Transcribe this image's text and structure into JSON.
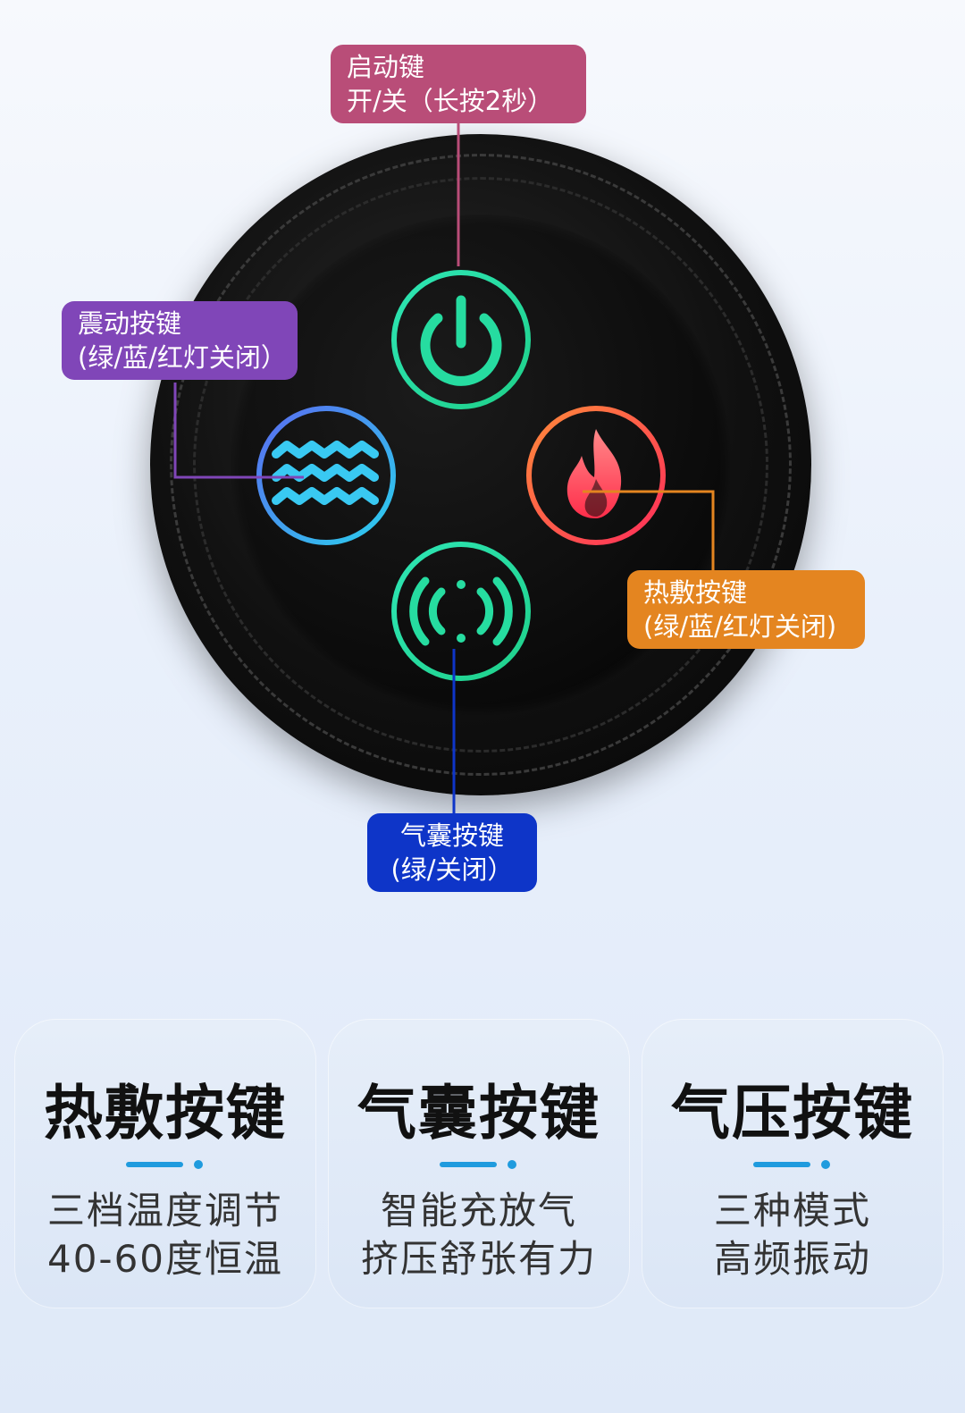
{
  "callouts": {
    "power": {
      "line1": "启动键",
      "line2": "开/关（长按2秒）"
    },
    "vibration": {
      "line1": "震动按键",
      "line2": "(绿/蓝/红灯关闭）"
    },
    "heat": {
      "line1": "热敷按键",
      "line2": "(绿/蓝/红灯关闭)"
    },
    "airbag": {
      "line1": "气囊按键",
      "line2": "(绿/关闭）"
    }
  },
  "icons": {
    "power": "power-icon",
    "vibration": "wave-icon",
    "heat": "flame-icon",
    "airbag": "airbag-icon"
  },
  "colors": {
    "power_callout": "#b94d78",
    "vibration_callout": "#8046b8",
    "heat_callout": "#e48520",
    "airbag_callout": "#0e35c8",
    "accent": "#1f9bde"
  },
  "cards": [
    {
      "title": "热敷按键",
      "line1": "三档温度调节",
      "line2": "40-60度恒温"
    },
    {
      "title": "气囊按键",
      "line1": "智能充放气",
      "line2": "挤压舒张有力"
    },
    {
      "title": "气压按键",
      "line1": "三种模式",
      "line2": "高频振动"
    }
  ]
}
